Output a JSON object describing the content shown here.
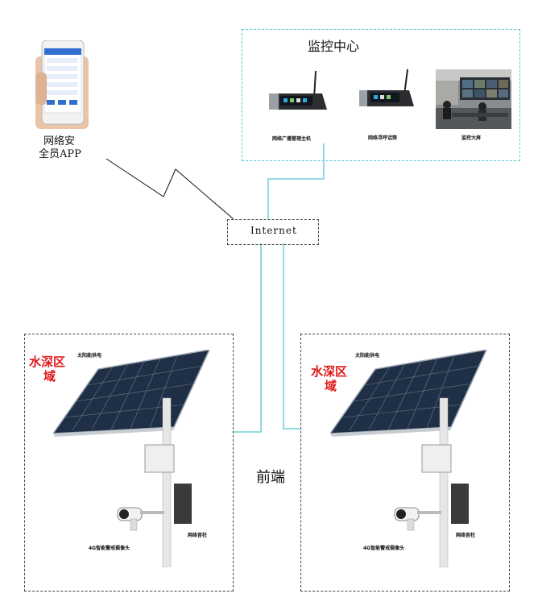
{
  "monitor_center": {
    "title": "监控中心",
    "devices": [
      {
        "label": "网络广播管理主机",
        "icon": "broadcast-host-icon"
      },
      {
        "label": "网络寻呼话筒",
        "icon": "paging-microphone-icon"
      },
      {
        "label": "监控大屏",
        "icon": "monitoring-screen-photo"
      }
    ]
  },
  "app": {
    "label_line1": "网络安",
    "label_line2": "全员APP",
    "icon": "smartphone-app-icon"
  },
  "internet": {
    "label": "Internet"
  },
  "frontend": {
    "label": "前端",
    "sites": [
      {
        "area_line1": "水深区",
        "area_line2": "域",
        "solar_label": "太阳能供电",
        "camera_label": "4G智能警戒摄像头",
        "speaker_label": "网络音柱"
      },
      {
        "area_line1": "水深区",
        "area_line2": "域",
        "solar_label": "太阳能供电",
        "camera_label": "4G智能警戒摄像头",
        "speaker_label": "网络音柱"
      }
    ]
  },
  "colors": {
    "link_line": "#57c7d6",
    "area_text": "#e01818",
    "panel": "#1f2f45"
  }
}
